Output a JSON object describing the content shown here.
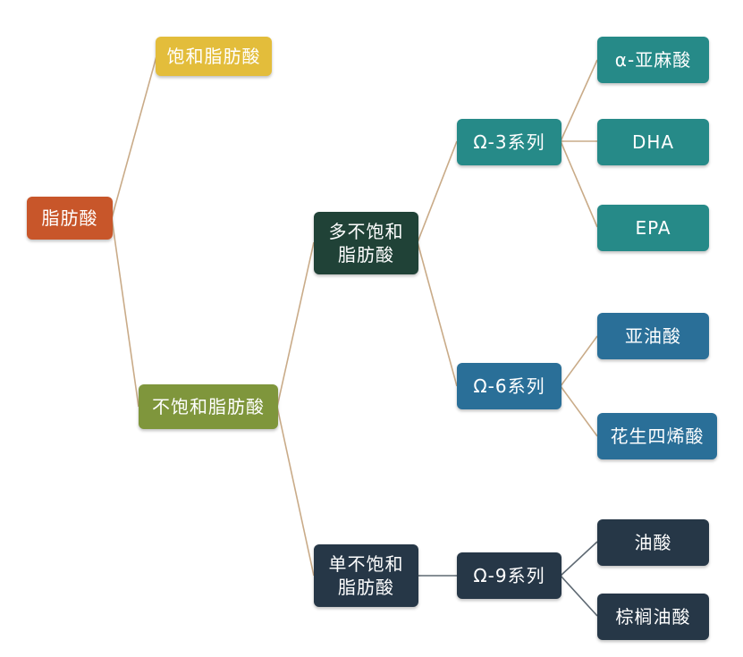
{
  "nodes": {
    "root": {
      "label": "脂肪酸",
      "color": "#c8562a"
    },
    "saturated": {
      "label": "饱和脂肪酸",
      "color": "#e3bd3b"
    },
    "unsaturated": {
      "label": "不饱和脂肪酸",
      "color": "#7f963c"
    },
    "poly": {
      "label": "多不饱和\n脂肪酸",
      "color": "#204237"
    },
    "mono": {
      "label": "单不饱和\n脂肪酸",
      "color": "#263747"
    },
    "omega3": {
      "label": "Ω-3系列",
      "color": "#268a88"
    },
    "omega6": {
      "label": "Ω-6系列",
      "color": "#2a6f98"
    },
    "omega9": {
      "label": "Ω-9系列",
      "color": "#263747"
    },
    "ala": {
      "label": "α-亚麻酸",
      "color": "#268a88"
    },
    "dha": {
      "label": "DHA",
      "color": "#268a88"
    },
    "epa": {
      "label": "EPA",
      "color": "#268a88"
    },
    "la": {
      "label": "亚油酸",
      "color": "#2a6f98"
    },
    "aa": {
      "label": "花生四烯酸",
      "color": "#2a6f98"
    },
    "oleic": {
      "label": "油酸",
      "color": "#263747"
    },
    "palmitoleic": {
      "label": "棕榈油酸",
      "color": "#263747"
    }
  }
}
